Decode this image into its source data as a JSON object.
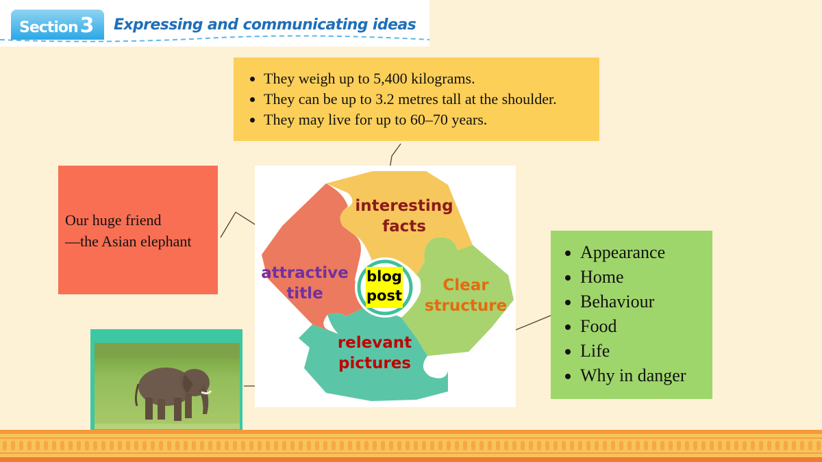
{
  "header": {
    "section_label": "Section",
    "section_number": "3",
    "title": "Expressing and communicating ideas"
  },
  "facts": [
    "They weigh up to 5,400 kilograms.",
    "They can be up to 3.2 metres tall at the shoulder.",
    "They may live for up to 60–70 years."
  ],
  "title_box": {
    "line1": "Our huge friend",
    "line2": "—the Asian elephant"
  },
  "structure": [
    "Appearance",
    "Home",
    "Behaviour",
    "Food",
    "Life",
    "Why in danger"
  ],
  "puzzle": {
    "top_line1": "interesting",
    "top_line2": "facts",
    "left_line1": "attractive",
    "left_line2": "title",
    "right_line1": "Clear",
    "right_line2": "structure",
    "bottom_line1": "relevant",
    "bottom_line2": "pictures",
    "center_line1": "blog",
    "center_line2": "post"
  },
  "colors": {
    "facts_box": "#fccf58",
    "title_box": "#f86f53",
    "structure_box": "#9fd66b",
    "piece_top": "#f6c75c",
    "piece_left": "#ec7a5e",
    "piece_right": "#a8d36e",
    "piece_bottom": "#5bc5a8"
  }
}
